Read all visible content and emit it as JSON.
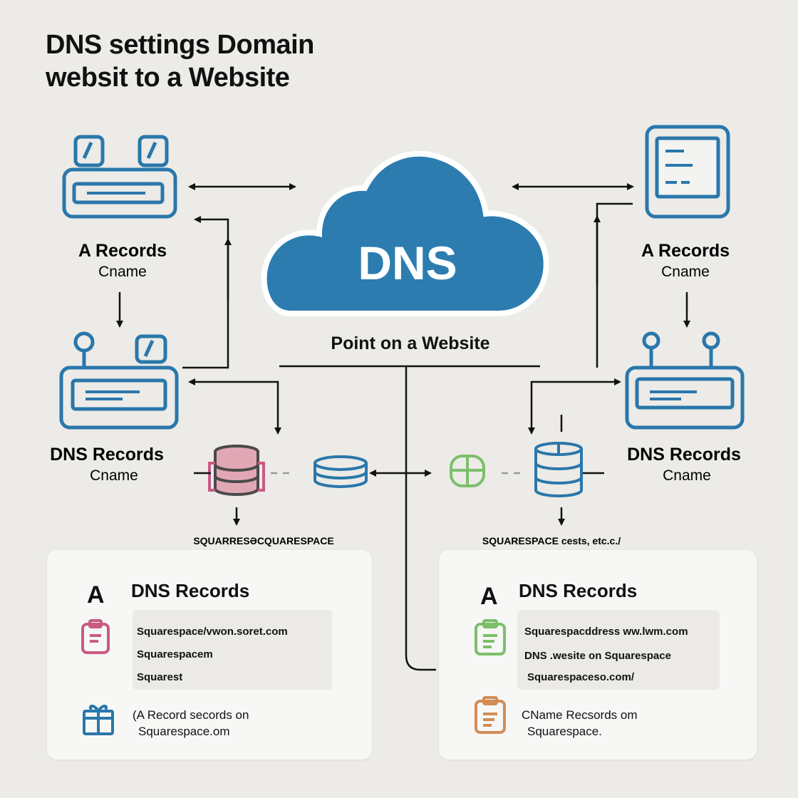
{
  "title": {
    "line1": "DNS settings Domain",
    "line2": "websit to a Website"
  },
  "cloud": {
    "label": "DNS",
    "caption": "Point on a Website"
  },
  "left_top": {
    "label": "A Records",
    "sub": "Cname"
  },
  "right_top": {
    "label": "A Records",
    "sub": "Cname"
  },
  "left_mid": {
    "label": "DNS Records",
    "sub": "Cname"
  },
  "right_mid": {
    "label": "DNS Records",
    "sub": "Cname"
  },
  "left_caption": "SQUARRESƏCQUARESPACE",
  "right_caption": "SQUARESPACE cests, etc.c./",
  "left_panel": {
    "letter": "A",
    "title": "DNS Records",
    "lines": [
      "Squarespace/vwon.soret.com",
      "Squarespacem",
      "Squarest"
    ],
    "footer_line1": "(A Record secords on",
    "footer_line2": "Squarespace.om"
  },
  "right_panel": {
    "letter": "A",
    "title": "DNS Records",
    "lines": [
      "Squarespacddress ww.lwm.com",
      "DNS .wesite on Squarespace",
      "Squarespaceso.com/"
    ],
    "footer_line1": "CName Recsords om",
    "footer_line2": "Squarespace."
  },
  "colors": {
    "primary_blue": "#2a77ab",
    "cloud_blue": "#2c7cb0",
    "pink": "#c95a85",
    "pink_fill": "#e2a7b5",
    "green": "#7cbf6a",
    "orange": "#d18c55",
    "background": "#ecebe7"
  },
  "icons": [
    "router-icon",
    "server-icon",
    "cloud-icon",
    "document-icon",
    "database-icon",
    "clipboard-icon",
    "gift-icon"
  ]
}
